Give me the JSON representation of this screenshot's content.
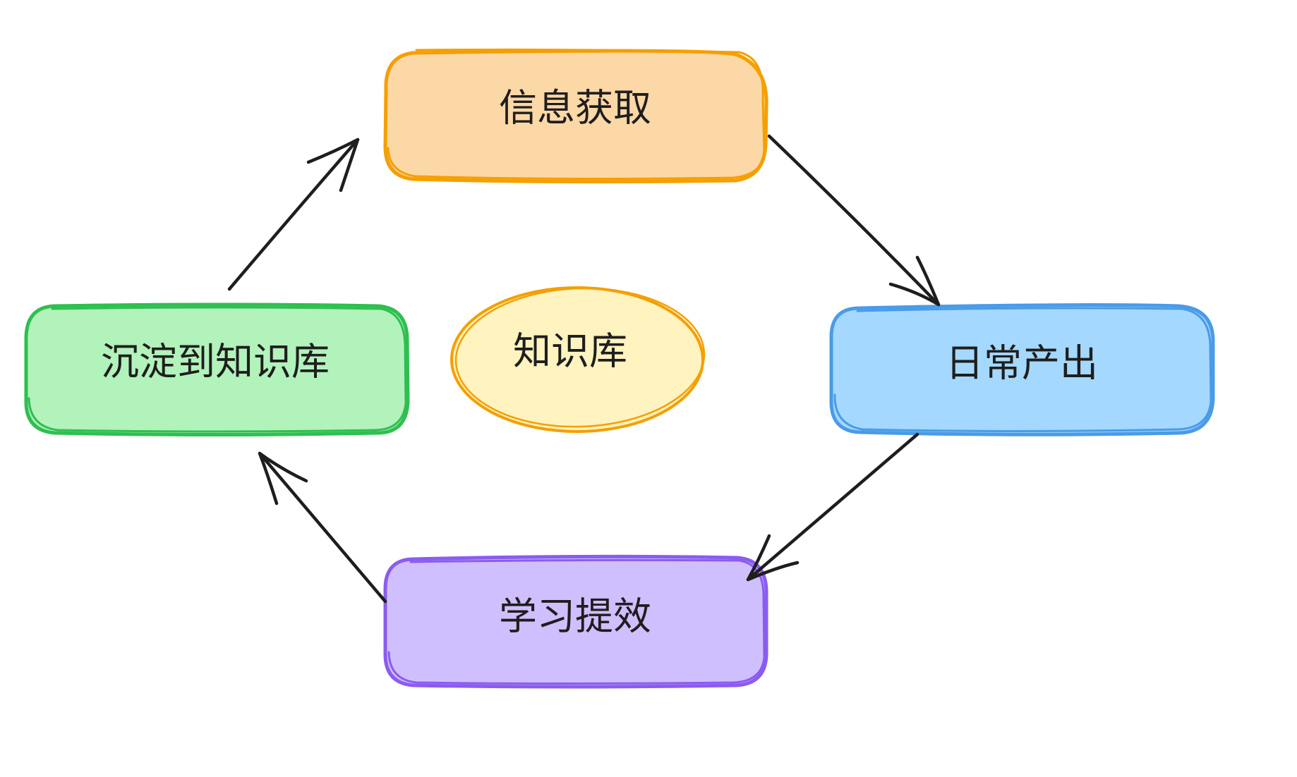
{
  "nodes": [
    {
      "id": "info",
      "label": "信息获取",
      "fill": "#fcd8a6",
      "stroke": "#f59f00"
    },
    {
      "id": "output",
      "label": "日常产出",
      "fill": "#a5d8ff",
      "stroke": "#4a9be8"
    },
    {
      "id": "learn",
      "label": "学习提效",
      "fill": "#d0bfff",
      "stroke": "#8a5cf0"
    },
    {
      "id": "deposit",
      "label": "沉淀到知识库",
      "fill": "#b2f2bb",
      "stroke": "#2fbf50"
    }
  ],
  "center": {
    "label": "知识库",
    "fill": "#fff3bf",
    "stroke": "#f59f00"
  },
  "edges": [
    {
      "from": "info",
      "to": "output"
    },
    {
      "from": "output",
      "to": "learn"
    },
    {
      "from": "learn",
      "to": "deposit"
    },
    {
      "from": "deposit",
      "to": "info"
    }
  ],
  "colors": {
    "arrow": "#1e1e1e",
    "text": "#1e1e1e",
    "background": "#ffffff"
  }
}
